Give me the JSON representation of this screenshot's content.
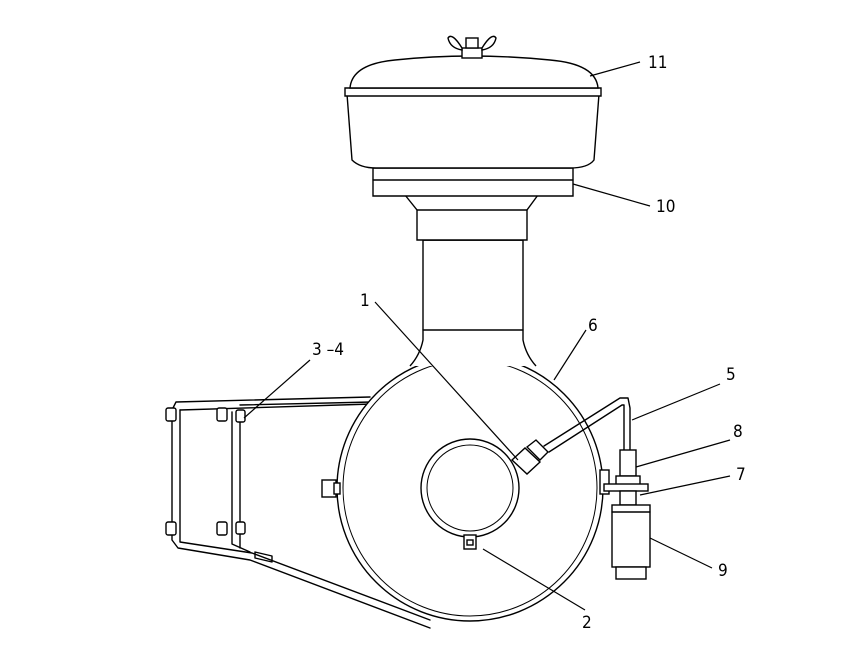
{
  "callouts": {
    "c1": "1",
    "c2": "2",
    "c3_4": "3 –4",
    "c5": "5",
    "c6": "6",
    "c7": "7",
    "c8": "8",
    "c9": "9",
    "c10": "10",
    "c11": "11"
  }
}
